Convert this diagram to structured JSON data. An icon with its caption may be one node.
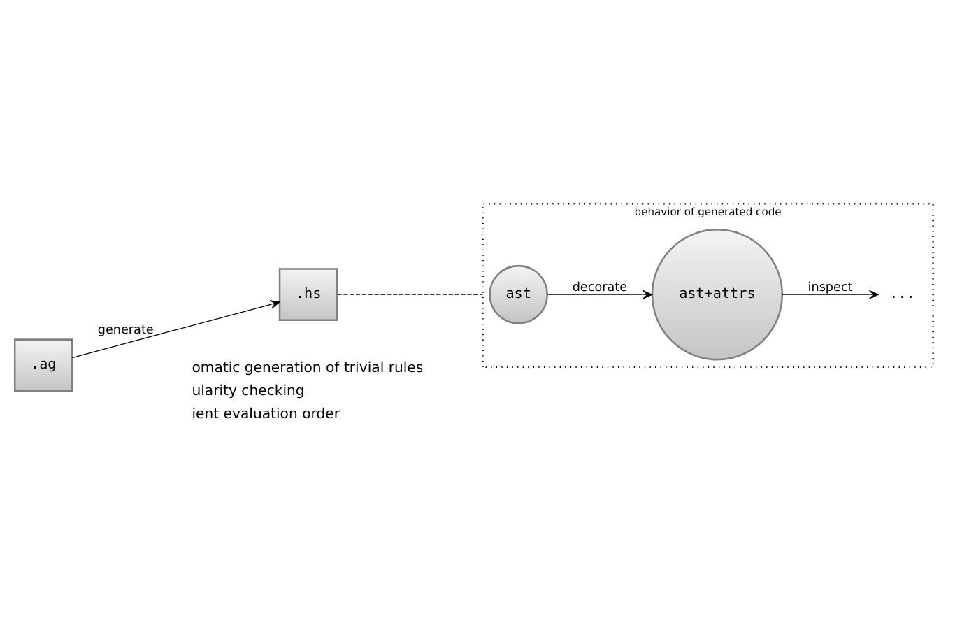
{
  "diagram": {
    "nodes": [
      {
        "text": [
          ".ag"
        ]
      },
      {
        "text": [
          ".hs"
        ]
      },
      {
        "text": [
          "behavior of generated code"
        ]
      },
      {
        "text": [
          "ast"
        ],
        "in": 2
      },
      {
        "text": [
          "ast+attrs"
        ],
        "in": 2
      },
      {
        "text": [
          "..."
        ],
        "in": 2
      }
    ],
    "edges": [
      {
        "from": 0,
        "to": 1,
        "arrow": "to",
        "label": "generate"
      },
      {
        "from": 1,
        "to": 2,
        "arrow": "none",
        "style": "dashed"
      },
      {
        "from": 3,
        "to": 4,
        "arrow": "to",
        "label": "decorate"
      },
      {
        "from": 4,
        "to": 5,
        "arrow": "to",
        "label": "inspect"
      }
    ],
    "labels": [
      "omatic generation of trivial rules",
      "ularity checking",
      "ient evaluation order"
    ]
  }
}
